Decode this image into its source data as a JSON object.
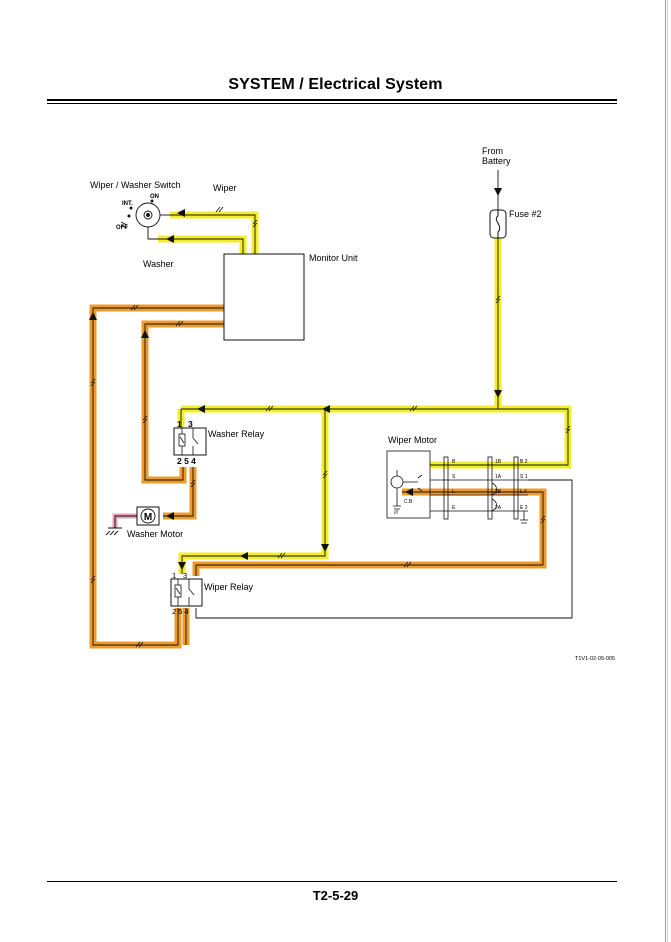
{
  "header": {
    "title": "SYSTEM / Electrical System"
  },
  "footer": {
    "page_number": "T2-5-29"
  },
  "diagram": {
    "labels": {
      "switch": "Wiper / Washer Switch",
      "wiper": "Wiper",
      "washer": "Washer",
      "monitor": "Monitor Unit",
      "from1": "From",
      "from2": "Battery",
      "fuse": "Fuse #2",
      "washer_relay": "Washer Relay",
      "wiper_motor": "Wiper Motor",
      "washer_motor": "Washer Motor",
      "wiper_relay": "Wiper Relay",
      "figure_id": "T1V1-02-05-005"
    },
    "switch_positions": {
      "int": "INT.",
      "on": "ON",
      "off": "OFF"
    },
    "relay_terminals": {
      "top_left": "1",
      "top_right": "3",
      "bottom": "2 5 4"
    },
    "motor_symbol": "M",
    "motor_terminals": [
      "B",
      "S",
      "L",
      "E"
    ],
    "cam_labels": [
      "1B",
      "1A",
      "2B",
      "2A"
    ],
    "harness_labels": [
      "B 2",
      "S 1",
      "L 4",
      "E 3"
    ],
    "cb_label": "C.B",
    "colors": {
      "signal": "#f4ee2a",
      "battery": "#f0a030",
      "motor_ground": "#e8a0b4",
      "wire": "#111111"
    }
  }
}
